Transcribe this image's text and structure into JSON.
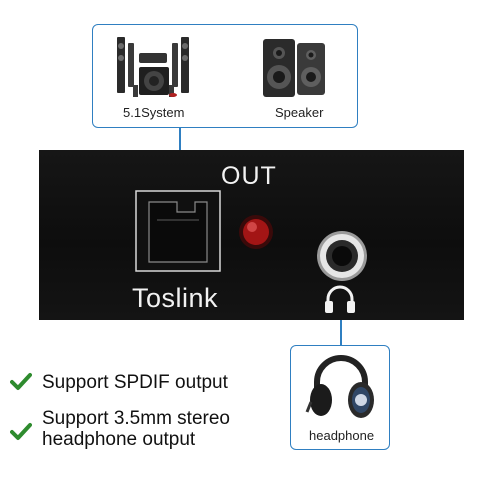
{
  "callouts": {
    "system_label": "5.1System",
    "speaker_label": "Speaker",
    "headphone_label": "headphone"
  },
  "device": {
    "out_label": "OUT",
    "toslink_label": "Toslink"
  },
  "features": [
    {
      "text": "Support SPDIF output"
    },
    {
      "text": "Support 3.5mm stereo headphone output"
    }
  ],
  "colors": {
    "accent_blue": "#2f7fc1",
    "check_green": "#2e8b2e",
    "panel_black": "#111111",
    "led_red": "#b01515"
  },
  "icons": [
    "check-icon",
    "headphone-port-icon",
    "led-indicator",
    "optical-port-icon"
  ]
}
